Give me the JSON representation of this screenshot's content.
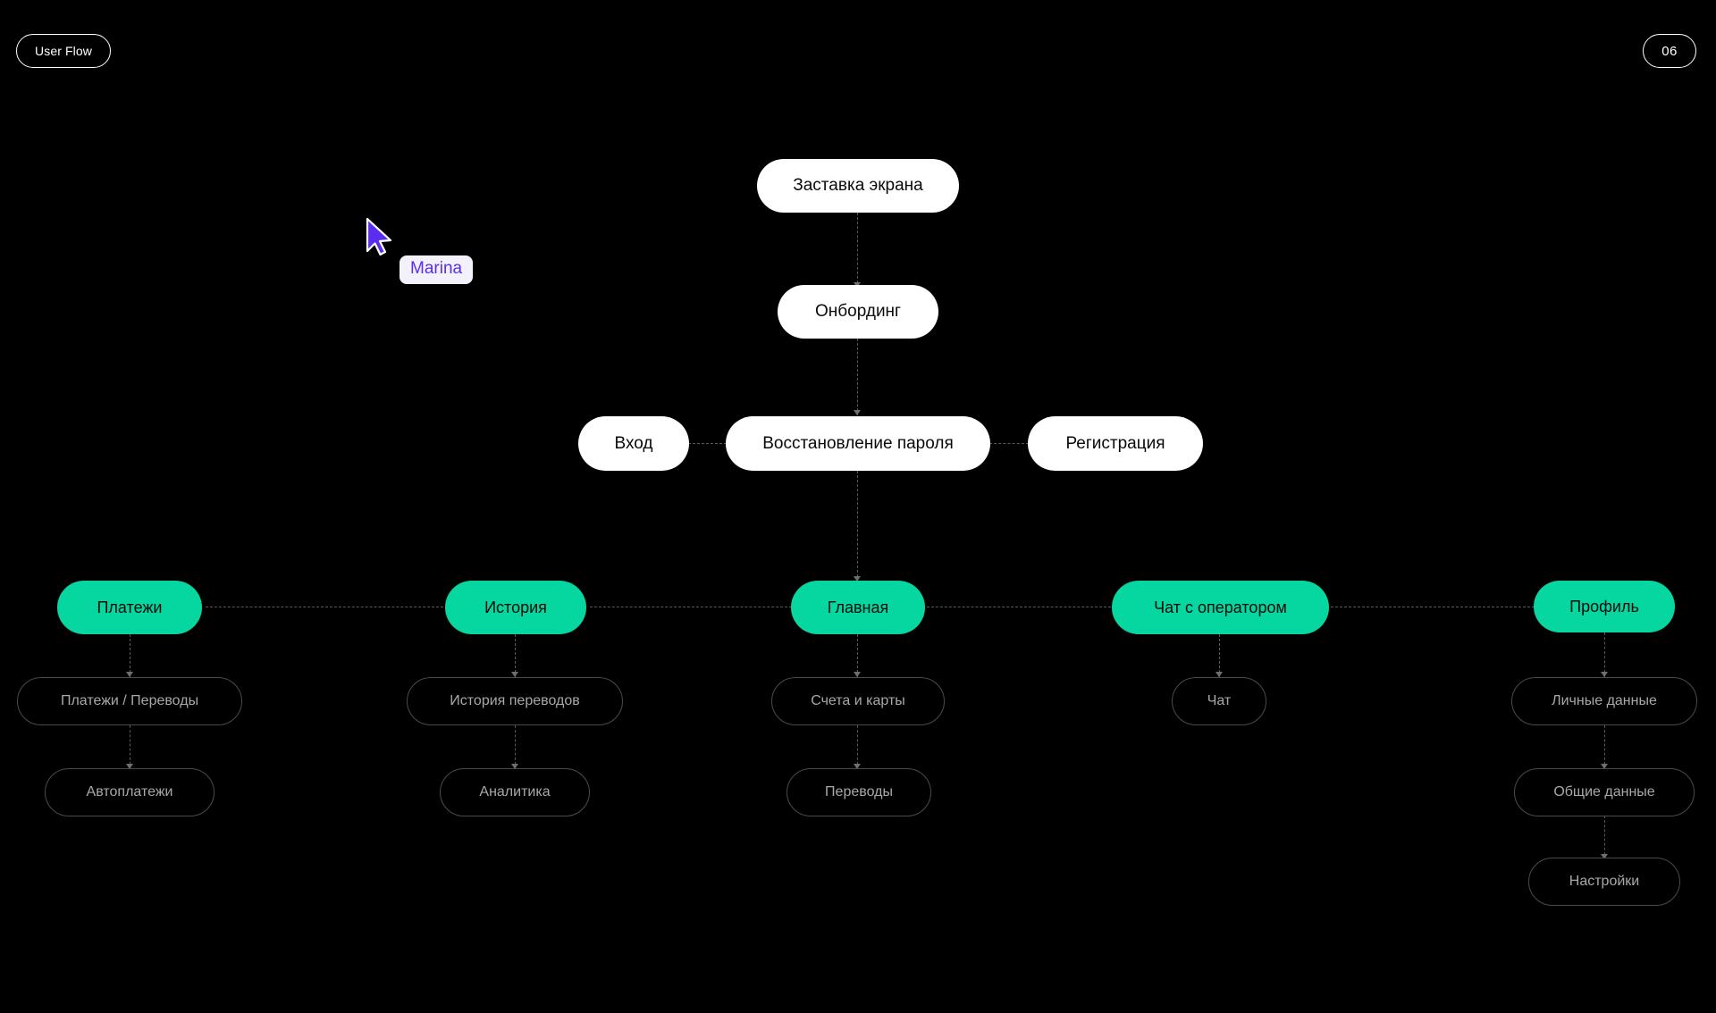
{
  "header": {
    "flow_label": "User Flow",
    "page_number": "06"
  },
  "colors": {
    "background": "#000000",
    "accent_green": "#06D6A0",
    "node_white": "#ffffff",
    "outline_border": "#4a4a4a",
    "outline_text": "#a8a8a8",
    "connector": "#5a5a5a",
    "cursor_purple": "#5b2df0",
    "cursor_tag_bg": "#f3f1fb"
  },
  "cursor": {
    "name": "Marina",
    "icon": "arrow-pointer-icon"
  },
  "flow": {
    "entry": [
      {
        "id": "splash",
        "label": "Заставка экрана",
        "style": "white"
      },
      {
        "id": "onboarding",
        "label": "Онбординг",
        "style": "white"
      }
    ],
    "auth_row": [
      {
        "id": "login",
        "label": "Вход",
        "style": "white"
      },
      {
        "id": "password-recovery",
        "label": "Восстановление пароля",
        "style": "white"
      },
      {
        "id": "registration",
        "label": "Регистрация",
        "style": "white"
      }
    ],
    "main_sections": [
      {
        "id": "payments",
        "label": "Платежи",
        "style": "green",
        "children": [
          {
            "id": "payments-transfers",
            "label": "Платежи / Переводы",
            "style": "outline"
          },
          {
            "id": "autopayments",
            "label": "Автоплатежи",
            "style": "outline"
          }
        ]
      },
      {
        "id": "history",
        "label": "История",
        "style": "green",
        "children": [
          {
            "id": "transfer-history",
            "label": "История переводов",
            "style": "outline"
          },
          {
            "id": "analytics",
            "label": "Аналитика",
            "style": "outline"
          }
        ]
      },
      {
        "id": "home",
        "label": "Главная",
        "style": "green",
        "children": [
          {
            "id": "accounts-cards",
            "label": "Счета и карты",
            "style": "outline"
          },
          {
            "id": "transfers",
            "label": "Переводы",
            "style": "outline"
          }
        ]
      },
      {
        "id": "operator-chat",
        "label": "Чат с оператором",
        "style": "green",
        "children": [
          {
            "id": "chat",
            "label": "Чат",
            "style": "outline"
          }
        ]
      },
      {
        "id": "profile",
        "label": "Профиль",
        "style": "green",
        "children": [
          {
            "id": "personal-data",
            "label": "Личные данные",
            "style": "outline"
          },
          {
            "id": "general-data",
            "label": "Общие данные",
            "style": "outline"
          },
          {
            "id": "settings",
            "label": "Настройки",
            "style": "outline"
          }
        ]
      }
    ]
  }
}
